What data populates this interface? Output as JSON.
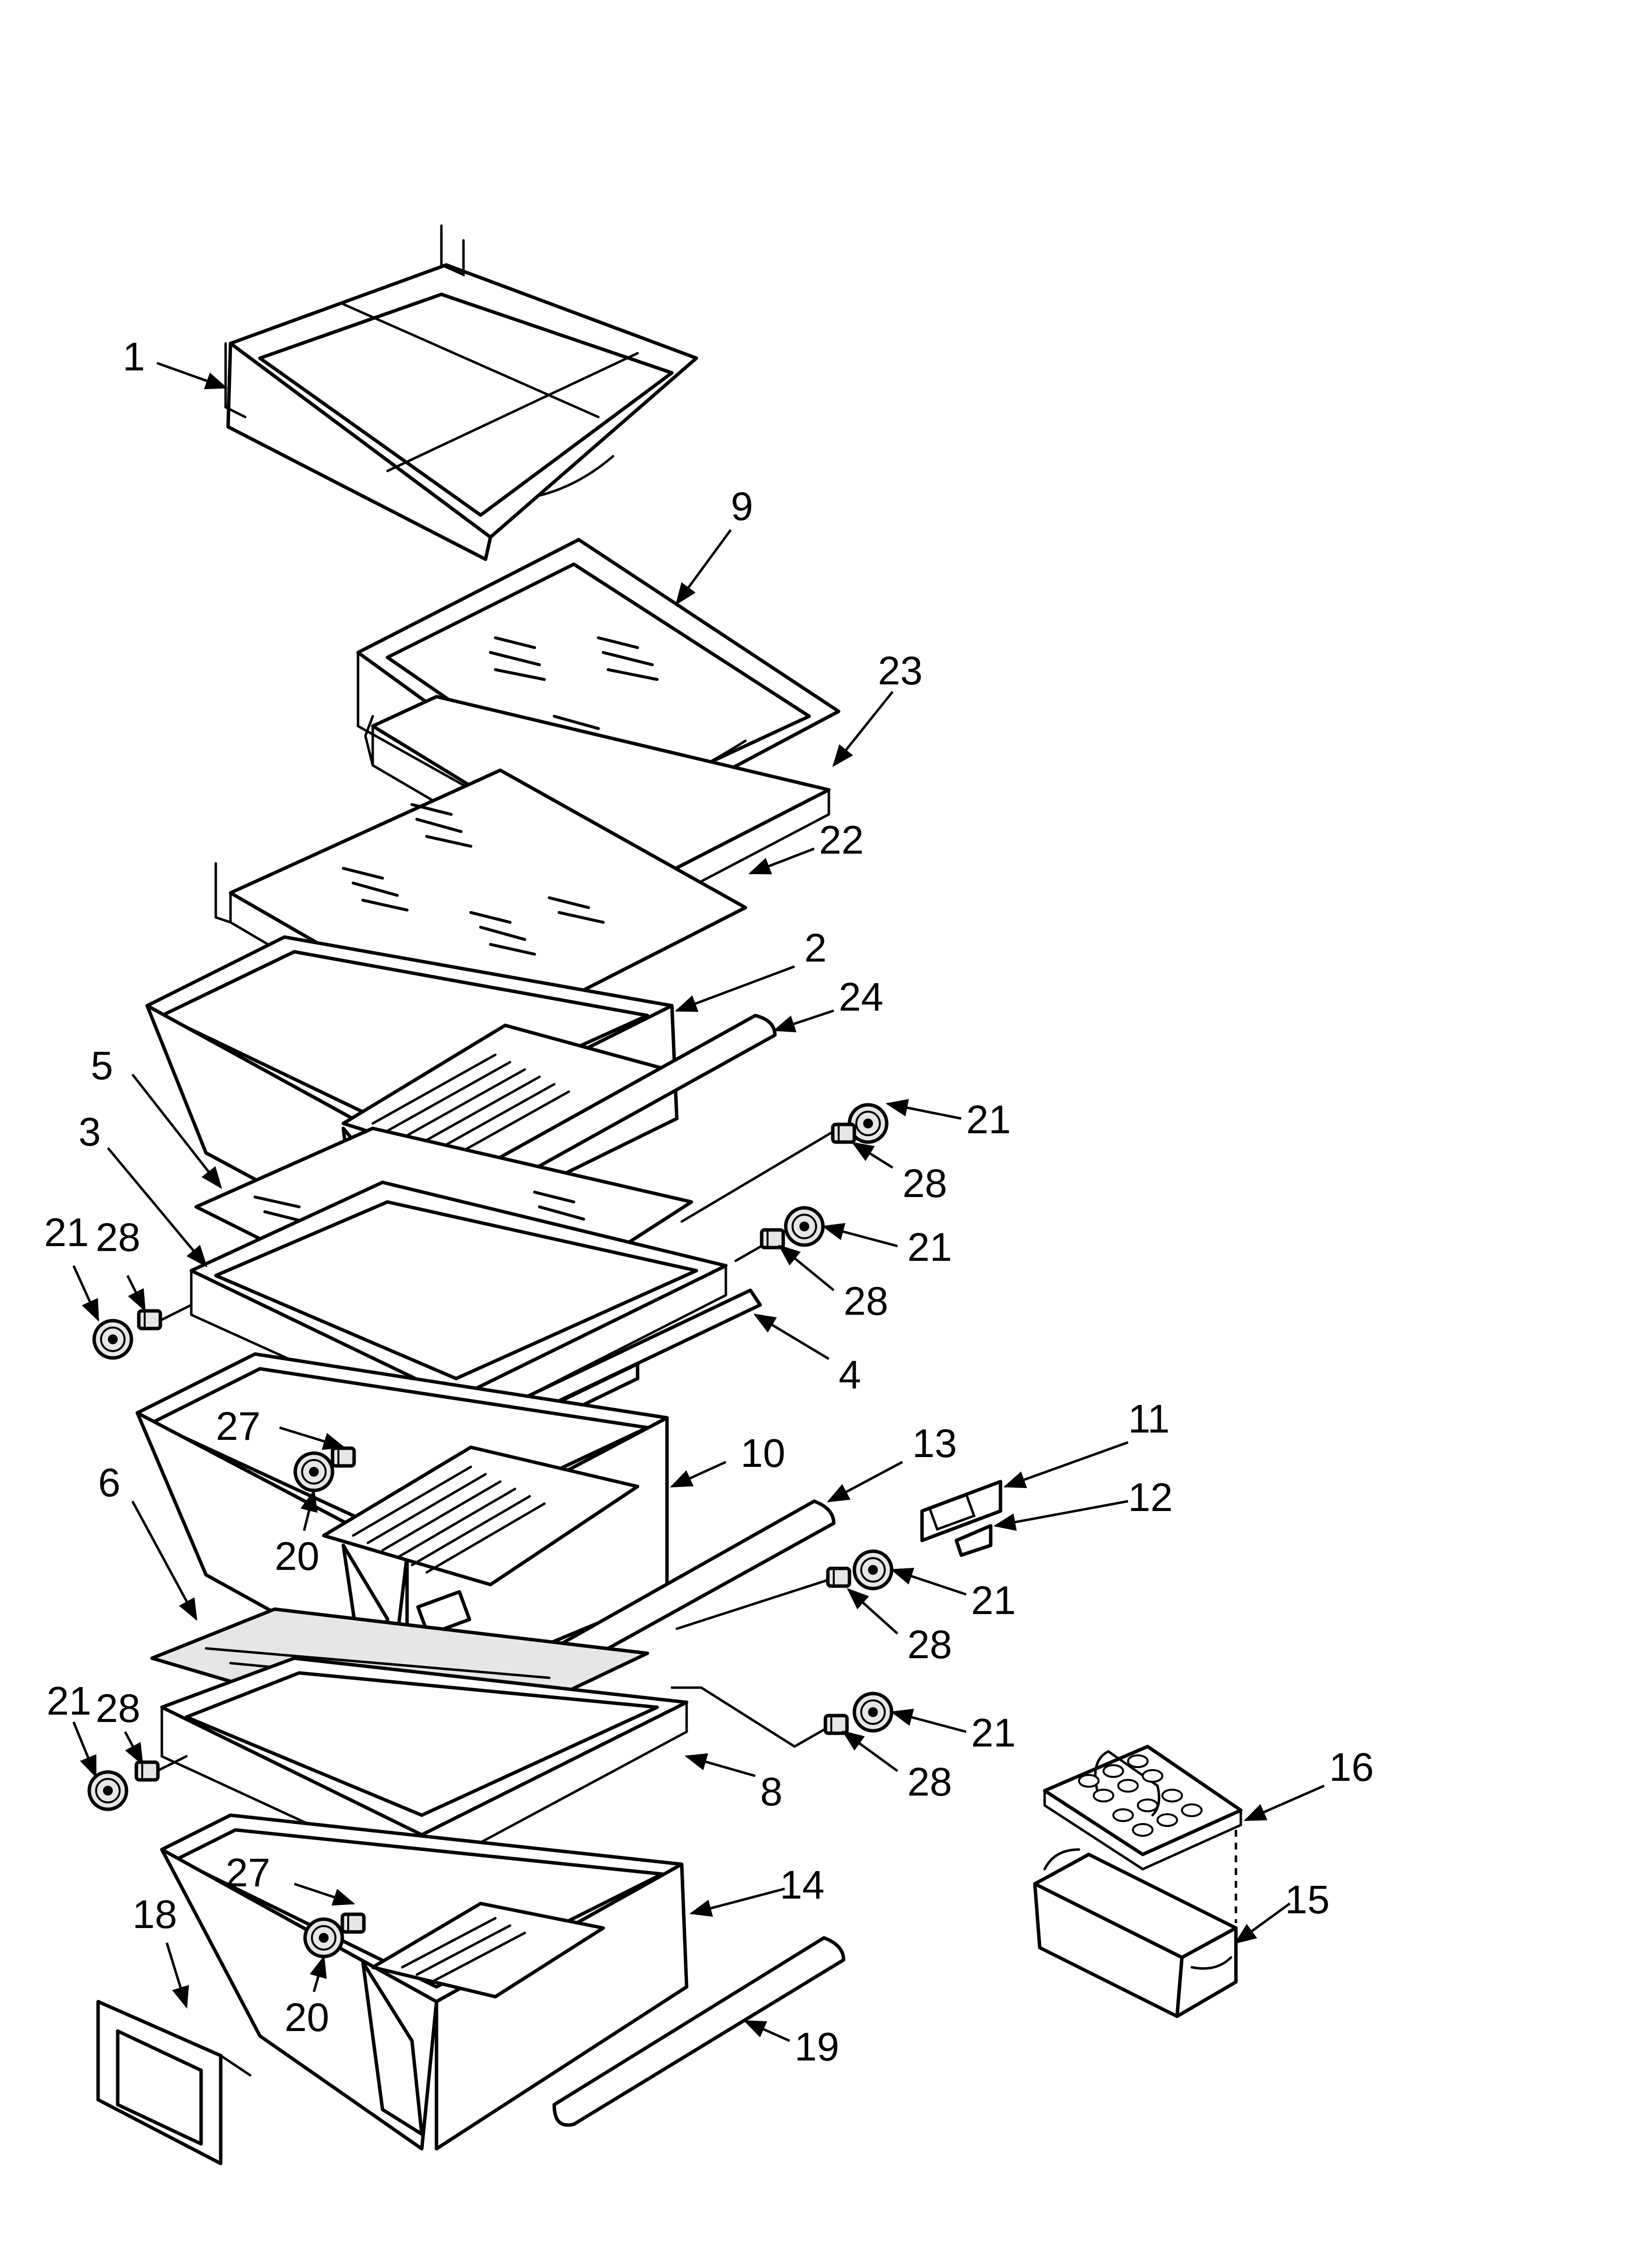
{
  "callouts": [
    {
      "id": "c1",
      "label": "1"
    },
    {
      "id": "c9",
      "label": "9"
    },
    {
      "id": "c23",
      "label": "23"
    },
    {
      "id": "c22",
      "label": "22"
    },
    {
      "id": "c2",
      "label": "2"
    },
    {
      "id": "c24",
      "label": "24"
    },
    {
      "id": "c21a",
      "label": "21"
    },
    {
      "id": "c28a",
      "label": "28"
    },
    {
      "id": "c5",
      "label": "5"
    },
    {
      "id": "c3",
      "label": "3"
    },
    {
      "id": "c21b",
      "label": "21"
    },
    {
      "id": "c28b",
      "label": "28"
    },
    {
      "id": "c21c",
      "label": "21"
    },
    {
      "id": "c28c",
      "label": "28"
    },
    {
      "id": "c4",
      "label": "4"
    },
    {
      "id": "c27a",
      "label": "27"
    },
    {
      "id": "c20a",
      "label": "20"
    },
    {
      "id": "c10",
      "label": "10"
    },
    {
      "id": "c13",
      "label": "13"
    },
    {
      "id": "c11",
      "label": "11"
    },
    {
      "id": "c12",
      "label": "12"
    },
    {
      "id": "c6",
      "label": "6"
    },
    {
      "id": "c21d",
      "label": "21"
    },
    {
      "id": "c28d",
      "label": "28"
    },
    {
      "id": "c21e",
      "label": "21"
    },
    {
      "id": "c28e",
      "label": "28"
    },
    {
      "id": "c21f",
      "label": "21"
    },
    {
      "id": "c28f",
      "label": "28"
    },
    {
      "id": "c8",
      "label": "8"
    },
    {
      "id": "c16",
      "label": "16"
    },
    {
      "id": "c27b",
      "label": "27"
    },
    {
      "id": "c14",
      "label": "14"
    },
    {
      "id": "c15",
      "label": "15"
    },
    {
      "id": "c18",
      "label": "18"
    },
    {
      "id": "c20b",
      "label": "20"
    },
    {
      "id": "c19",
      "label": "19"
    }
  ]
}
